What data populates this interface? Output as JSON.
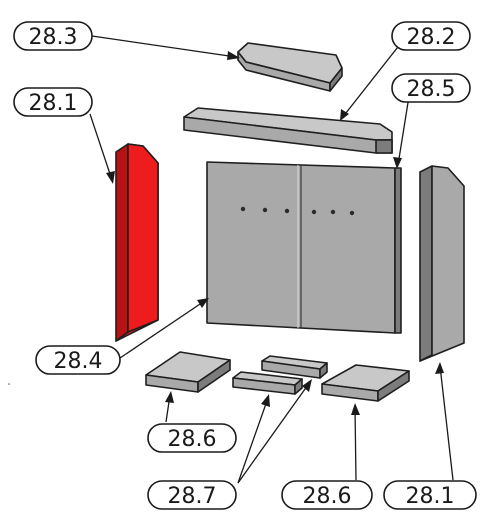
{
  "colors": {
    "highlight": "#ee1c1c",
    "highlight_side": "#b81212",
    "part_face": "#a9a9a9",
    "part_top": "#c8c8c8",
    "part_side": "#7c7c7c",
    "line": "#1a1a1a"
  },
  "labels": {
    "l283": "28.3",
    "l282": "28.2",
    "l281_top": "28.1",
    "l285": "28.5",
    "l284": "28.4",
    "l286_left": "28.6",
    "l287": "28.7",
    "l286_right": "28.6",
    "l281_bottom": "28.1"
  },
  "highlighted_part": "28.1"
}
